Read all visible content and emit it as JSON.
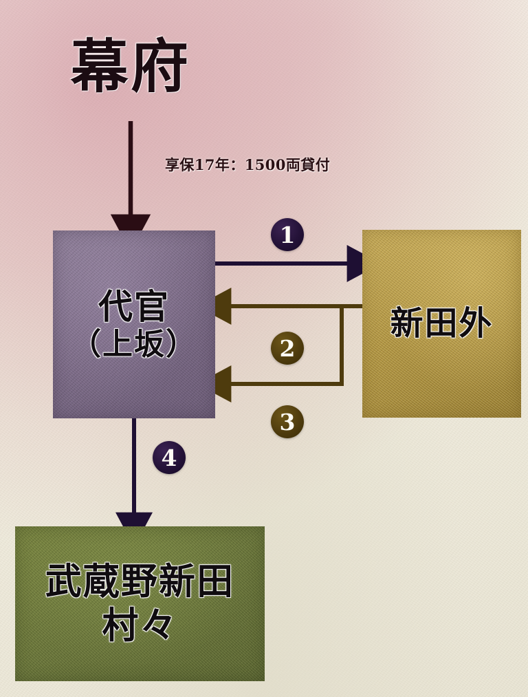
{
  "diagram": {
    "title": "幕府",
    "annotation": "享保17年：1500両貸付",
    "nodes": {
      "bakufu": {
        "label": "幕府"
      },
      "daikan": {
        "label": "代官",
        "sublabel": "（上坂）"
      },
      "shinden_soto": {
        "label": "新田外"
      },
      "musashino": {
        "line1": "武蔵野新田",
        "line2": "村々"
      }
    },
    "badges": {
      "one": "1",
      "two": "2",
      "three": "3",
      "four": "4"
    },
    "colors": {
      "daikan_box": "#7a6985",
      "shinden_box": "#a98f3e",
      "musashino_box": "#69743a",
      "navy_arrow": "#1e0f33",
      "brown_arrow": "#4e3b0d",
      "maroon_arrow": "#2a0d14",
      "badge_navy": "#241238",
      "badge_brown": "#4e3b0d",
      "paper": "#f3efe2",
      "halo": "#c46c82"
    }
  }
}
